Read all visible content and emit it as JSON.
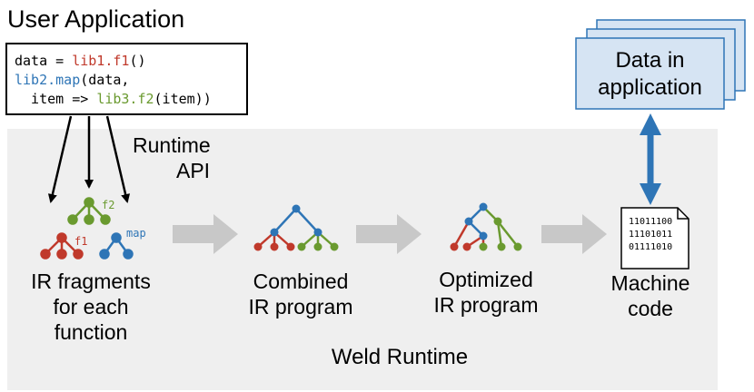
{
  "title": "User Application",
  "code": {
    "line1_prefix": "data = ",
    "line1_call": "lib1.f1",
    "line1_suffix": "()",
    "line2_call": "lib2.map",
    "line2_suffix": "(data,",
    "line3_prefix": "  item => ",
    "line3_call": "lib3.f2",
    "line3_suffix": "(item))"
  },
  "runtime_api": {
    "line1": "Runtime",
    "line2": "API"
  },
  "fragment_tags": {
    "f2": "f2",
    "f1": "f1",
    "map": "map"
  },
  "labels": {
    "ir_fragments": [
      "IR fragments",
      "for each",
      "function"
    ],
    "combined": [
      "Combined",
      "IR program"
    ],
    "optimized": [
      "Optimized",
      "IR program"
    ],
    "machine": [
      "Machine",
      "code"
    ]
  },
  "machine_bits": [
    "11011100",
    "11101011",
    "01111010"
  ],
  "app_data": [
    "Data in",
    "application"
  ],
  "weld_runtime": "Weld Runtime",
  "colors": {
    "red": "#c0392b",
    "green": "#6a9a2f",
    "blue": "#2e75b6",
    "arrow_gray": "#c8c8c8",
    "data_fill": "#d6e4f3"
  }
}
